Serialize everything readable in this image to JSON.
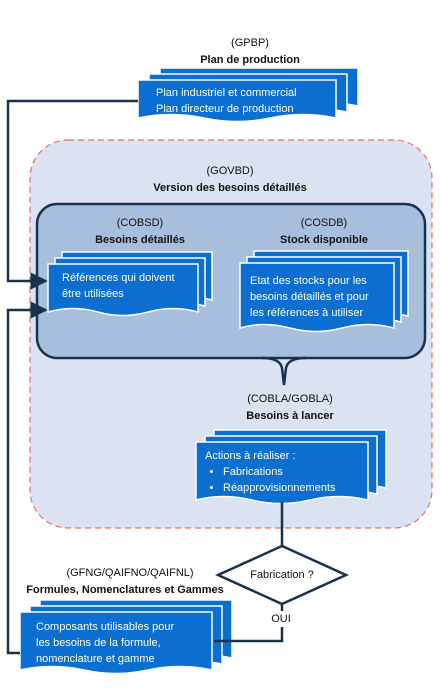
{
  "colors": {
    "doc_blue": "#0a6fd1",
    "doc_border": "#ffffff",
    "region_fill": "#dbe3f2",
    "region_border": "#e8705f",
    "panel_fill": "#a8bedd",
    "panel_border": "#16324f",
    "connector": "#16324f"
  },
  "gpbp": {
    "code": "(GPBP)",
    "title": "Plan de production",
    "lines": [
      "Plan industriel et commercial",
      "Plan directeur de production"
    ]
  },
  "govbd": {
    "code": "(GOVBD)",
    "title": "Version des besoins détaillés"
  },
  "cobsd": {
    "code": "(COBSD)",
    "title": "Besoins détaillés",
    "lines": [
      "Références qui doivent",
      "être utilisées"
    ]
  },
  "cosdb": {
    "code": "(COSDB)",
    "title": "Stock disponible",
    "lines": [
      "Etat des stocks pour les",
      "besoins détaillés et pour",
      "les références à utiliser"
    ]
  },
  "cobla": {
    "code": "(COBLA/GOBLA)",
    "title": "Besoins à lancer",
    "heading": "Actions à réaliser :",
    "bullets": [
      "Fabrications",
      "Réapprovisionnements"
    ]
  },
  "decision": {
    "question": "Fabrication ?",
    "yes_label": "OUI"
  },
  "gfng": {
    "code": "(GFNG/QAIFNO/QAIFNL)",
    "title": "Formules, Nomenclatures et Gammes",
    "lines": [
      "Composants utilisables pour",
      "les besoins de la formule,",
      "nomenclature et gamme"
    ]
  }
}
